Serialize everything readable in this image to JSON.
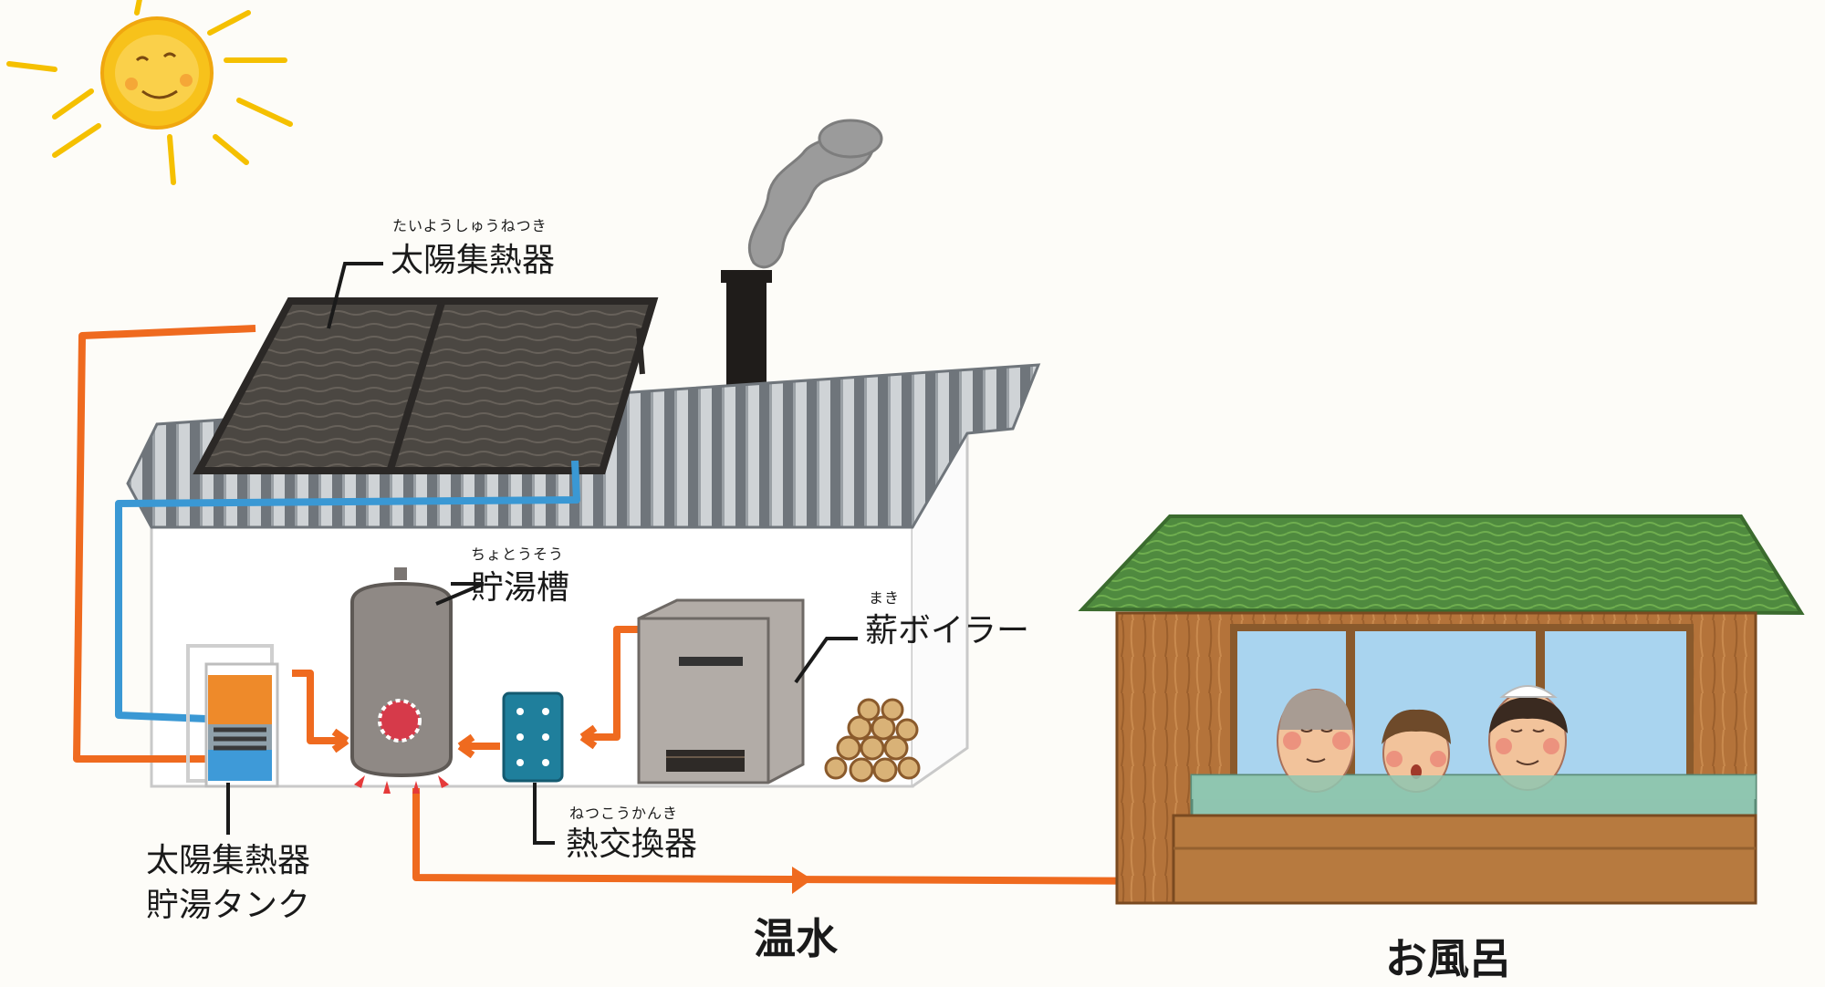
{
  "labels": {
    "solar_collector": {
      "ruby": "たいようしゅうねつき",
      "text": "太陽集熱器"
    },
    "storage_tank": {
      "ruby": "ちょとうそう",
      "text": "貯湯槽"
    },
    "wood_boiler": {
      "ruby": "まき",
      "text": "薪ボイラー"
    },
    "solar_tank": {
      "line1": "太陽集熱器",
      "line2": "貯湯タンク"
    },
    "heat_exchanger": {
      "ruby": "ねつこうかんき",
      "text": "熱交換器"
    },
    "hot_water": "温水",
    "bath": "お風呂"
  },
  "colors": {
    "hot_pipe": "#ef6a1f",
    "cold_pipe": "#3a98d4",
    "panel": "#4a4641",
    "roof_green": "#4f8a3f",
    "wood": "#b4733a",
    "water": "#8fc5b0",
    "sky_window": "#a9d4ef",
    "sun": "#f7c21b"
  },
  "icons": [
    "sun-icon",
    "smoke-icon",
    "firewood-icon"
  ]
}
